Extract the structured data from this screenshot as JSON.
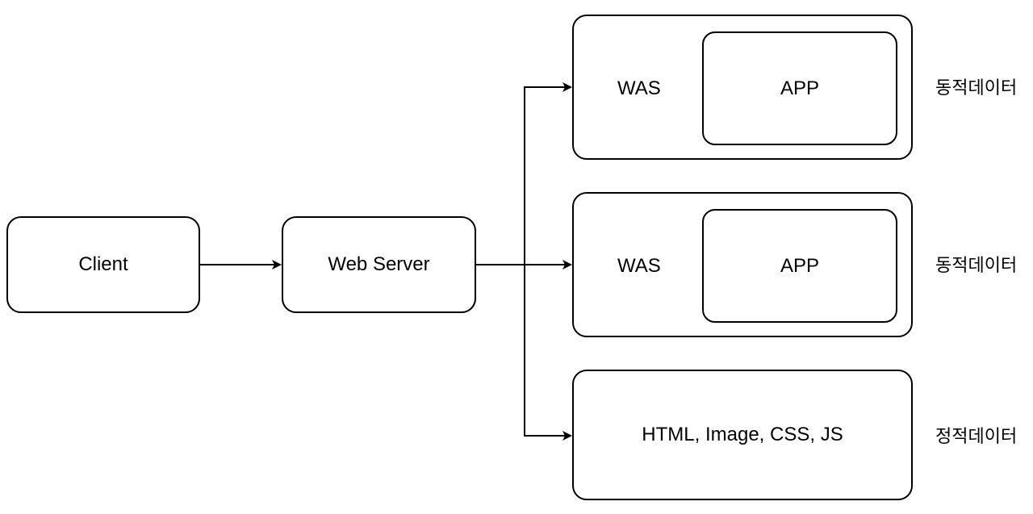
{
  "nodes": {
    "client": {
      "label": "Client"
    },
    "web_server": {
      "label": "Web Server"
    },
    "was_1": {
      "label": "WAS",
      "app_label": "APP"
    },
    "was_2": {
      "label": "WAS",
      "app_label": "APP"
    },
    "static_box": {
      "label": "HTML, Image, CSS, JS"
    }
  },
  "side_labels": {
    "was_1": "동적데이터",
    "was_2": "동적데이터",
    "static_box": "정적데이터"
  },
  "edges": [
    {
      "from": "Client",
      "to": "Web Server"
    },
    {
      "from": "Web Server",
      "to": "WAS"
    },
    {
      "from": "Web Server",
      "to": "WAS"
    },
    {
      "from": "Web Server",
      "to": "HTML, Image, CSS, JS"
    }
  ]
}
